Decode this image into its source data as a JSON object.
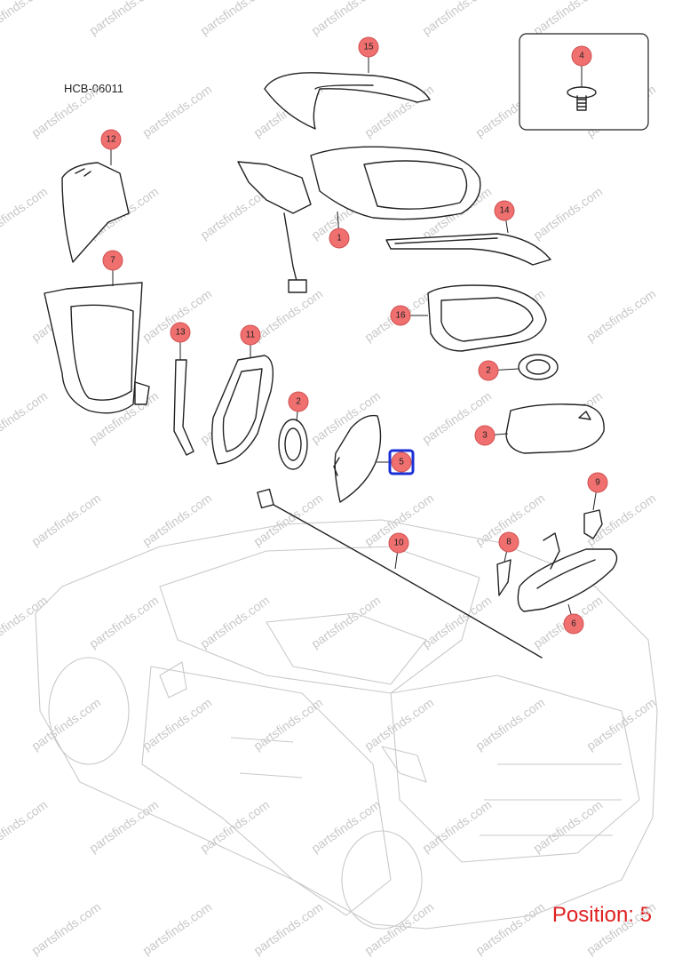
{
  "diagram_code": "HCB-06011",
  "position_label": "Position: 5",
  "watermark": "partsfinds.com",
  "selected_part": "5",
  "colors": {
    "callout": "#f07070",
    "selected": "#1a2fd6",
    "position_text": "#e02020"
  },
  "callouts": [
    {
      "num": "15"
    },
    {
      "num": "4"
    },
    {
      "num": "12"
    },
    {
      "num": "1"
    },
    {
      "num": "14"
    },
    {
      "num": "7"
    },
    {
      "num": "16"
    },
    {
      "num": "13"
    },
    {
      "num": "11"
    },
    {
      "num": "2"
    },
    {
      "num": "2"
    },
    {
      "num": "3"
    },
    {
      "num": "5"
    },
    {
      "num": "9"
    },
    {
      "num": "10"
    },
    {
      "num": "8"
    },
    {
      "num": "6"
    }
  ]
}
